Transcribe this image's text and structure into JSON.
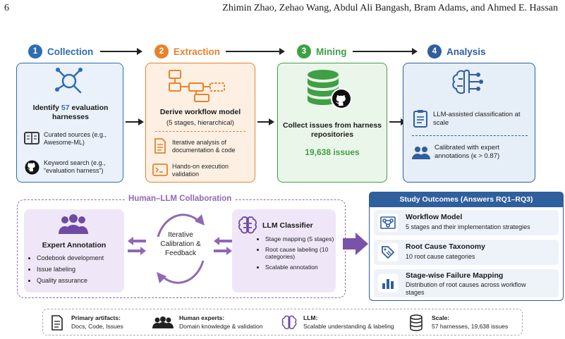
{
  "header": {
    "page_number": "6",
    "authors": "Zhimin Zhao, Zehao Wang, Abdul Ali Bangash, Bram Adams, and Ahmed E. Hassan"
  },
  "colors": {
    "collection": "#2f6db1",
    "extraction": "#e8822c",
    "mining": "#3f9f45",
    "analysis": "#2f5f9c",
    "collab": "#8f68b8",
    "outcomes": "#2f5f9c"
  },
  "stages": [
    {
      "number": "1",
      "label": "Collection"
    },
    {
      "number": "2",
      "label": "Extraction"
    },
    {
      "number": "3",
      "label": "Mining"
    },
    {
      "number": "4",
      "label": "Analysis"
    }
  ],
  "collection": {
    "icon": "network-search-icon",
    "title_pre": "Identify ",
    "title_count": "57",
    "title_post": " evaluation harnesses",
    "items": [
      {
        "icon": "book-icon",
        "text": "Curated sources (e.g., Awesome-ML)"
      },
      {
        "icon": "github-icon",
        "text": "Keyword search (e.g., “evaluation harness”)"
      }
    ]
  },
  "extraction": {
    "icon": "workflow-icon",
    "title": "Derive workflow model",
    "subtitle": "(5 stages, hierarchical)",
    "items": [
      {
        "icon": "document-icon",
        "text": "Iterative analysis of documentation & code"
      },
      {
        "icon": "terminal-icon",
        "text": "Hands-on execution validation"
      }
    ]
  },
  "mining": {
    "icon": "database-github-icon",
    "title": "Collect issues from harness repositories",
    "count": "19,638 issues"
  },
  "analysis": {
    "icon": "brain-network-icon",
    "items": [
      {
        "icon": "clipboard-icon",
        "text": "LLM-assisted classification at scale"
      },
      {
        "icon": "people-icon",
        "text": "Calibrated with expert annotations (κ > 0.87)"
      }
    ]
  },
  "collaboration": {
    "title": "Human–LLM Collaboration",
    "expert": {
      "title": "Expert Annotation",
      "items": [
        "Codebook development",
        "Issue labeling",
        "Quality assurance"
      ]
    },
    "cycle": "Iterative Calibration & Feedback",
    "llm": {
      "title": "LLM Classifier",
      "items": [
        "Stage mapping (5 stages)",
        "Root cause labeling (10 categories)",
        "Scalable annotation"
      ]
    }
  },
  "outcomes": {
    "title": "Study Outcomes (Answers RQ1–RQ3)",
    "items": [
      {
        "icon": "workflow-model-icon",
        "title": "Workflow Model",
        "desc": "5 stages and their implementation strategies"
      },
      {
        "icon": "tag-icon",
        "title": "Root Cause Taxonomy",
        "desc": "10 root cause categories"
      },
      {
        "icon": "bar-chart-icon",
        "title": "Stage-wise Failure Mapping",
        "desc": "Distribution of root causes across workflow stages"
      }
    ]
  },
  "legend": [
    {
      "icon": "document-icon",
      "title": "Primary artifacts:",
      "desc": "Docs, Code, Issues"
    },
    {
      "icon": "people-icon",
      "title": "Human experts:",
      "desc": "Domain knowledge & validation"
    },
    {
      "icon": "brain-icon",
      "title": "LLM:",
      "desc": "Scalable understanding & labeling"
    },
    {
      "icon": "database-icon",
      "title": "Scale:",
      "desc": "57 harnesses, 19,638 issues"
    }
  ]
}
